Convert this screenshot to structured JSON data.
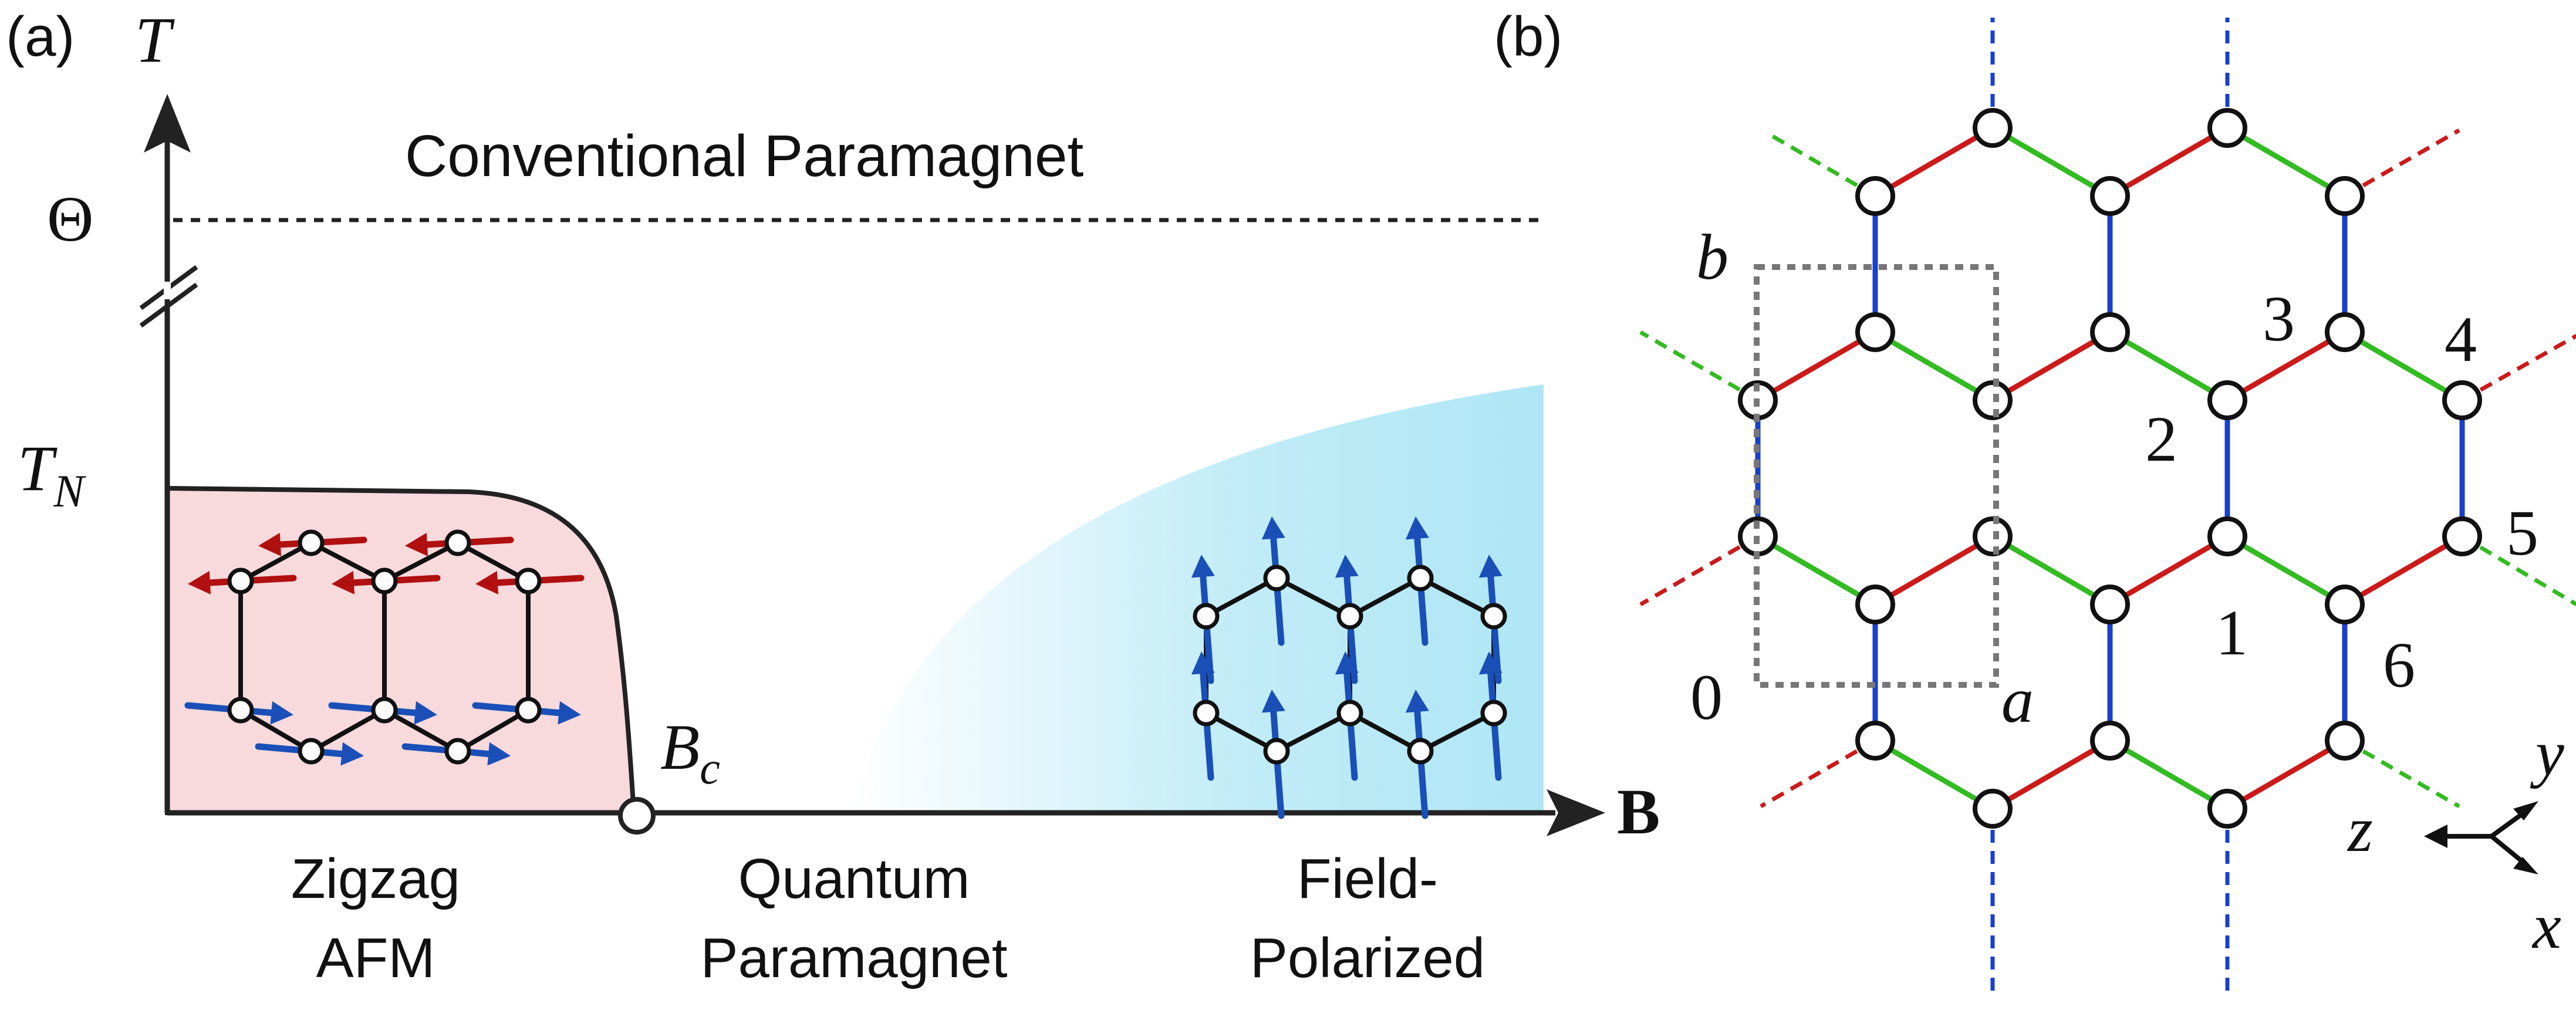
{
  "panel_a": {
    "label": "(a)",
    "axis_y_label": "T",
    "axis_x_label": "B",
    "theta_label": "Θ",
    "tn_label_main": "T",
    "tn_label_sub": "N",
    "bc_label_main": "B",
    "bc_label_sub": "c",
    "paramagnet_label": "Conventional Paramagnet",
    "phase_zigzag_line1": "Zigzag",
    "phase_zigzag_line2": "AFM",
    "phase_quantum_line1": "Quantum",
    "phase_quantum_line2": "Paramagnet",
    "phase_field_line1": "Field-",
    "phase_field_line2": "Polarized",
    "colors": {
      "zigzag_fill": "#f8d9dc",
      "field_polarized_fill": "#aee6f5",
      "spin_up_down_red": "#b01010",
      "spin_blue": "#1a4fb8"
    }
  },
  "panel_b": {
    "label": "(b)",
    "site_labels": [
      "0",
      "1",
      "2",
      "3",
      "4",
      "5",
      "6"
    ],
    "cell_label_a": "a",
    "cell_label_b": "b",
    "axis_x": "x",
    "axis_y": "y",
    "axis_z": "z",
    "colors": {
      "x_bond": "#cc1a1a",
      "y_bond": "#33bb22",
      "z_bond": "#1a3fcc"
    }
  }
}
